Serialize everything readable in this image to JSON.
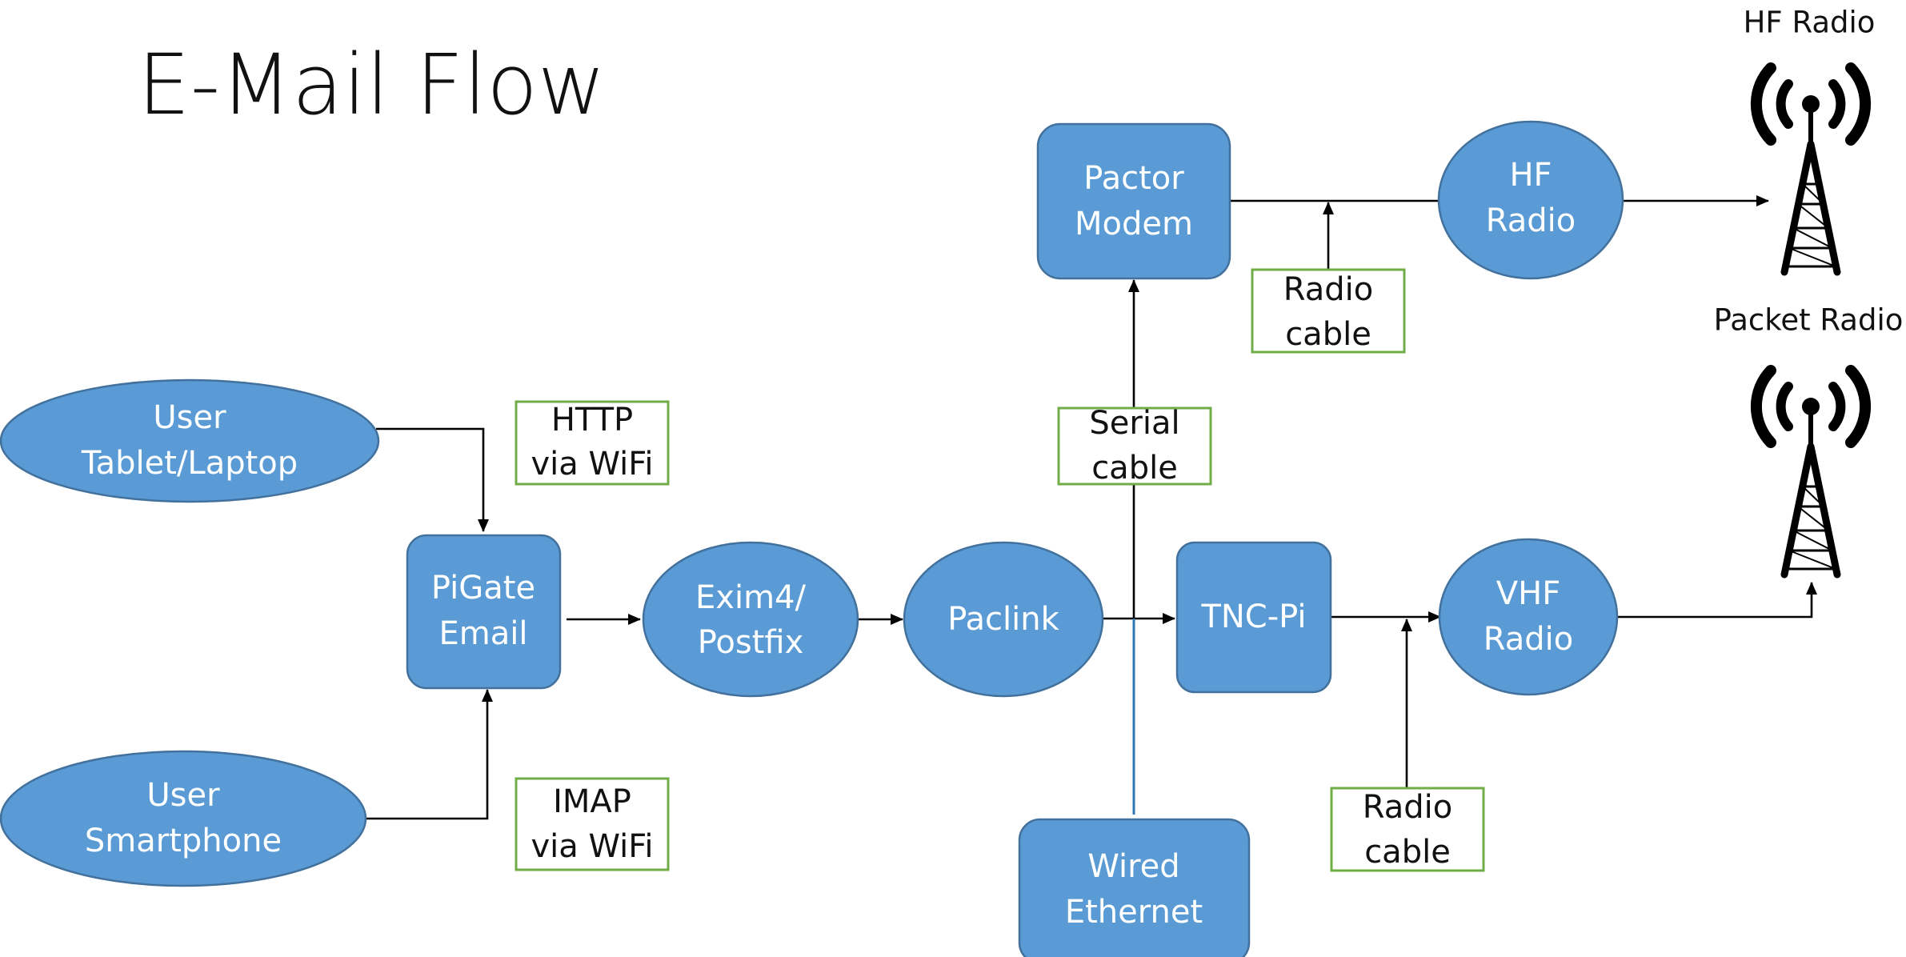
{
  "title": "E-Mail Flow",
  "nodes": {
    "user_tablet": [
      "User",
      "Tablet/Laptop"
    ],
    "user_smartphone": [
      "User",
      "Smartphone"
    ],
    "pigate": [
      "PiGate",
      "Email"
    ],
    "exim": [
      "Exim4/",
      "Postfix"
    ],
    "paclink": [
      "Paclink"
    ],
    "pactor": [
      "Pactor",
      "Modem"
    ],
    "tnc": [
      "TNC-Pi"
    ],
    "hf_radio": [
      "HF",
      "Radio"
    ],
    "vhf_radio": [
      "VHF",
      "Radio"
    ],
    "wired": [
      "Wired",
      "Ethernet"
    ]
  },
  "labels": {
    "http": [
      "HTTP",
      "via WiFi"
    ],
    "imap": [
      "IMAP",
      "via WiFi"
    ],
    "serial": [
      "Serial",
      "cable"
    ],
    "radio_hf": [
      "Radio",
      "cable"
    ],
    "radio_vhf": [
      "Radio",
      "cable"
    ]
  },
  "antennas": {
    "hf": "HF Radio",
    "packet": "Packet Radio"
  },
  "colors": {
    "node_fill": "#5b9bd5",
    "node_stroke": "#41719c",
    "label_border": "#70ad47",
    "ethernet_line": "#2e75b6"
  }
}
